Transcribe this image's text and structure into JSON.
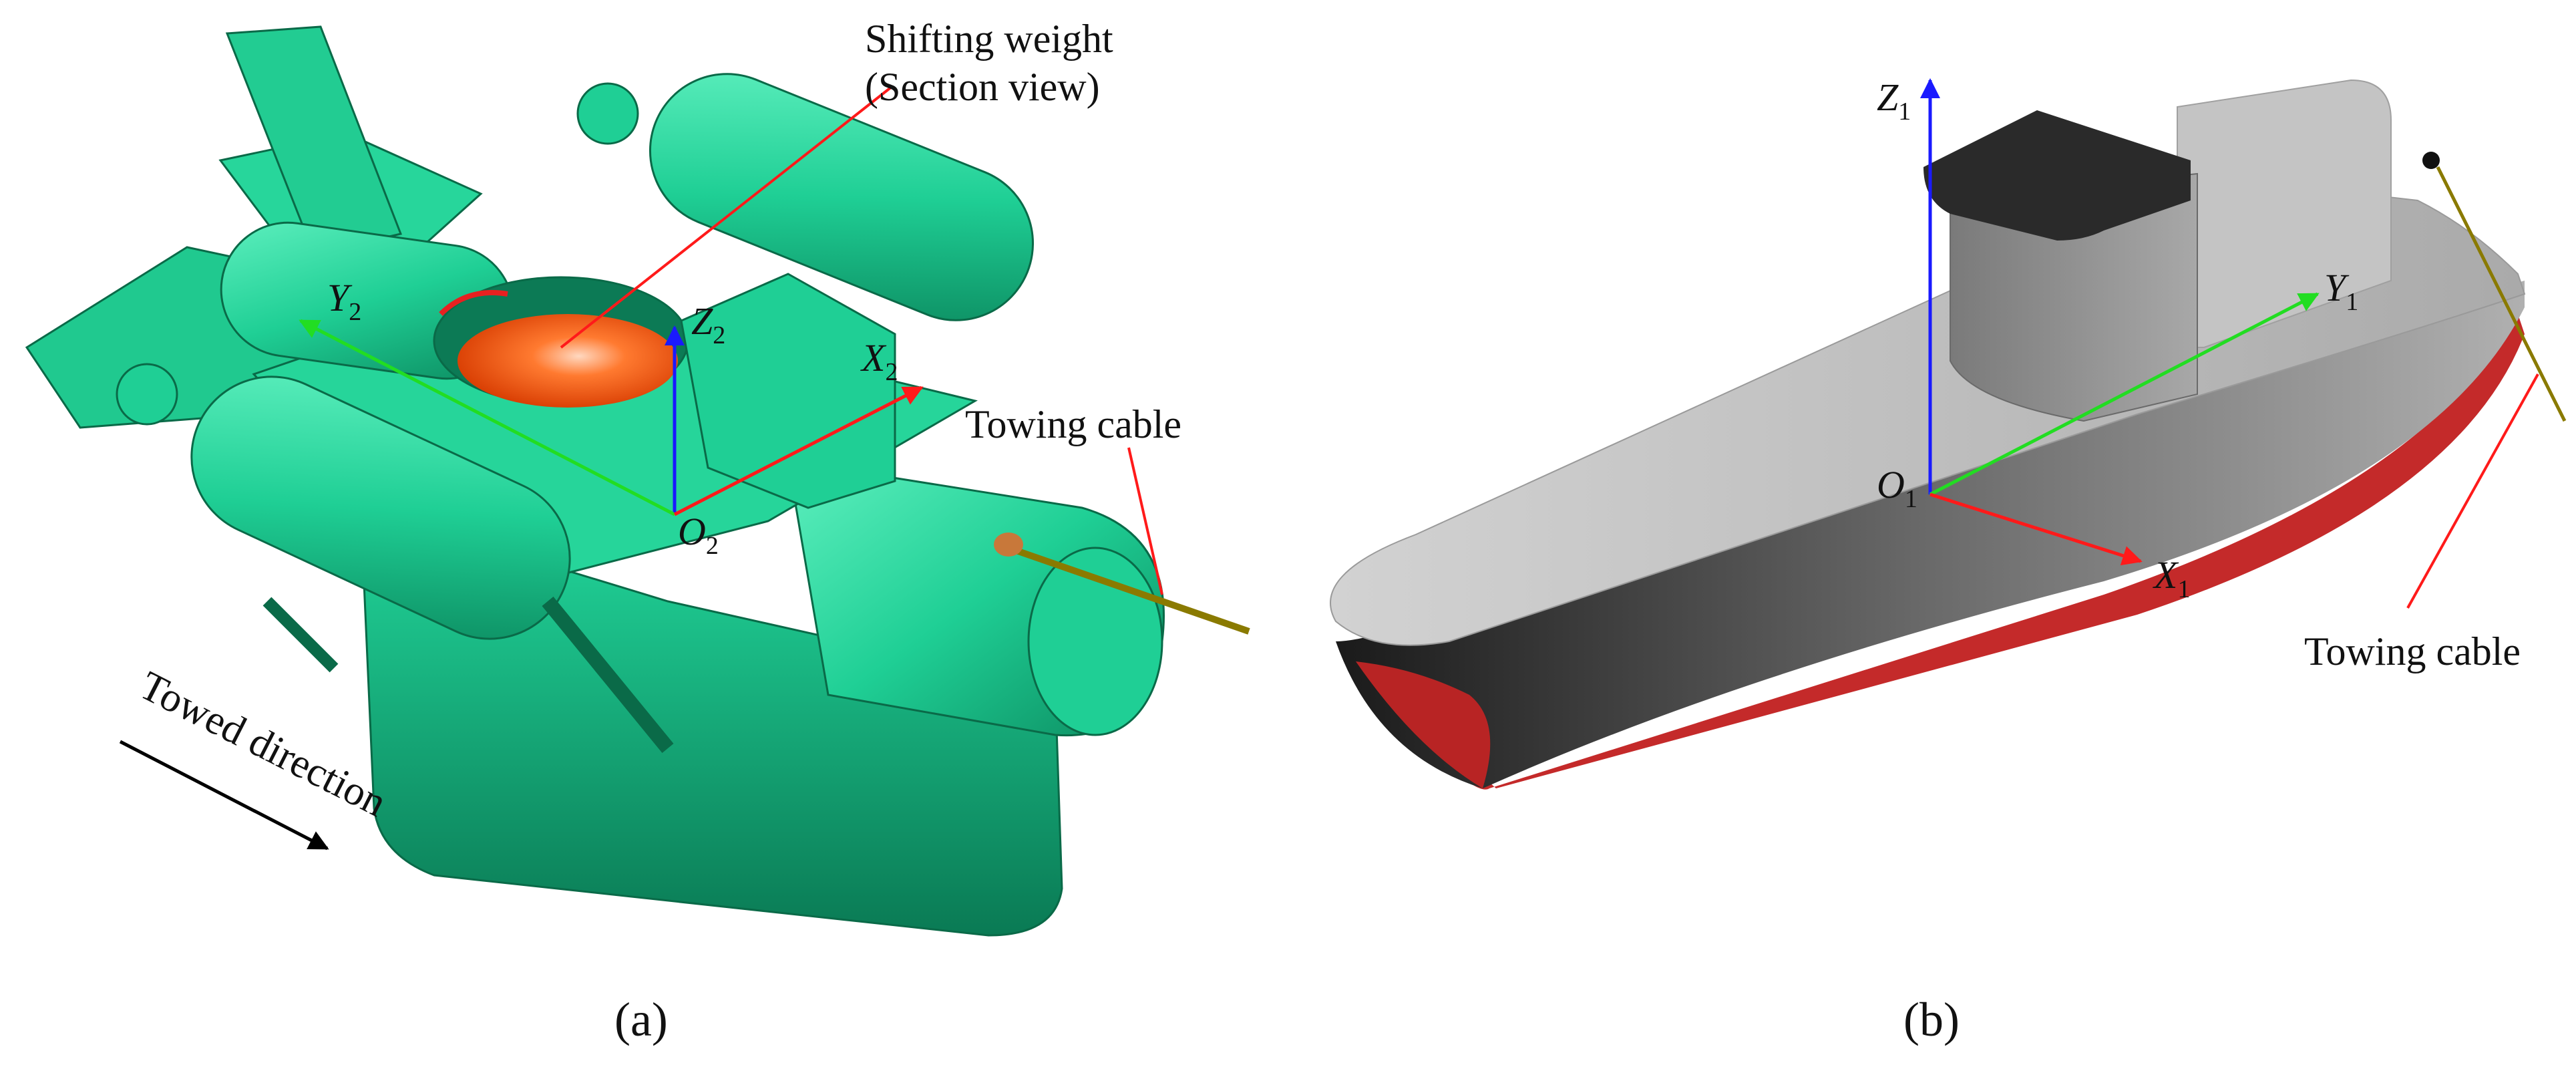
{
  "panel_a": {
    "caption": "(a)",
    "shifting_weight": {
      "line1": "Shifting weight",
      "line2": "(Section view)"
    },
    "towing_cable": "Towing cable",
    "towed_direction": "Towed direction",
    "axes": {
      "x": {
        "letter": "X",
        "sub": "2"
      },
      "y": {
        "letter": "Y",
        "sub": "2"
      },
      "z": {
        "letter": "Z",
        "sub": "2"
      },
      "o": {
        "letter": "O",
        "sub": "2"
      }
    }
  },
  "panel_b": {
    "caption": "(b)",
    "towing_cable": "Towing cable",
    "axes": {
      "x": {
        "letter": "X",
        "sub": "1"
      },
      "y": {
        "letter": "Y",
        "sub": "1"
      },
      "z": {
        "letter": "Z",
        "sub": "1"
      },
      "o": {
        "letter": "O",
        "sub": "1"
      }
    }
  },
  "colors": {
    "towed_body": "#1fcf95",
    "towed_body_dark": "#0e8f63",
    "shifting_weight": "#ff5a14",
    "ship_deck": "#bdbdbd",
    "ship_cabin_roof": "#2a2a2a",
    "ship_hull_bottom": "#c42a2a",
    "axis_x": "#ff1a1a",
    "axis_y": "#22dd22",
    "axis_z": "#1a1aff",
    "annotation_line": "#ff1a1a",
    "cable": "#8a7a00"
  }
}
